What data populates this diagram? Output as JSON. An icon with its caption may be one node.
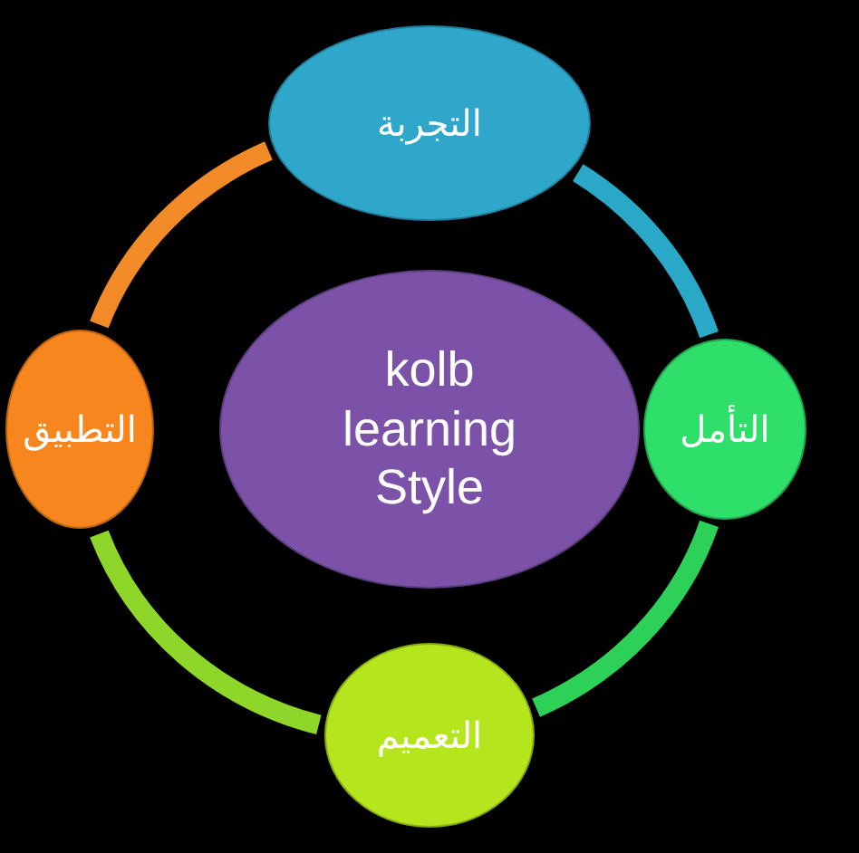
{
  "diagram": {
    "nodes": [
      {
        "text": [
          "التجربة"
        ]
      },
      {
        "text": [
          "kolb learning Style"
        ]
      },
      {
        "text": [
          "التطبيق"
        ]
      },
      {
        "text": [
          "التأمل"
        ]
      },
      {
        "text": [
          "التعميم"
        ]
      }
    ],
    "edges": [
      {
        "from": 0,
        "to": 3,
        "arrow": "none",
        "color": "#2aa8c8"
      },
      {
        "from": 3,
        "to": 4,
        "arrow": "none",
        "color": "#2ed158"
      },
      {
        "from": 4,
        "to": 2,
        "arrow": "none",
        "color": "#8ed62a"
      },
      {
        "from": 2,
        "to": 0,
        "arrow": "none",
        "color": "#f28a28"
      }
    ]
  }
}
